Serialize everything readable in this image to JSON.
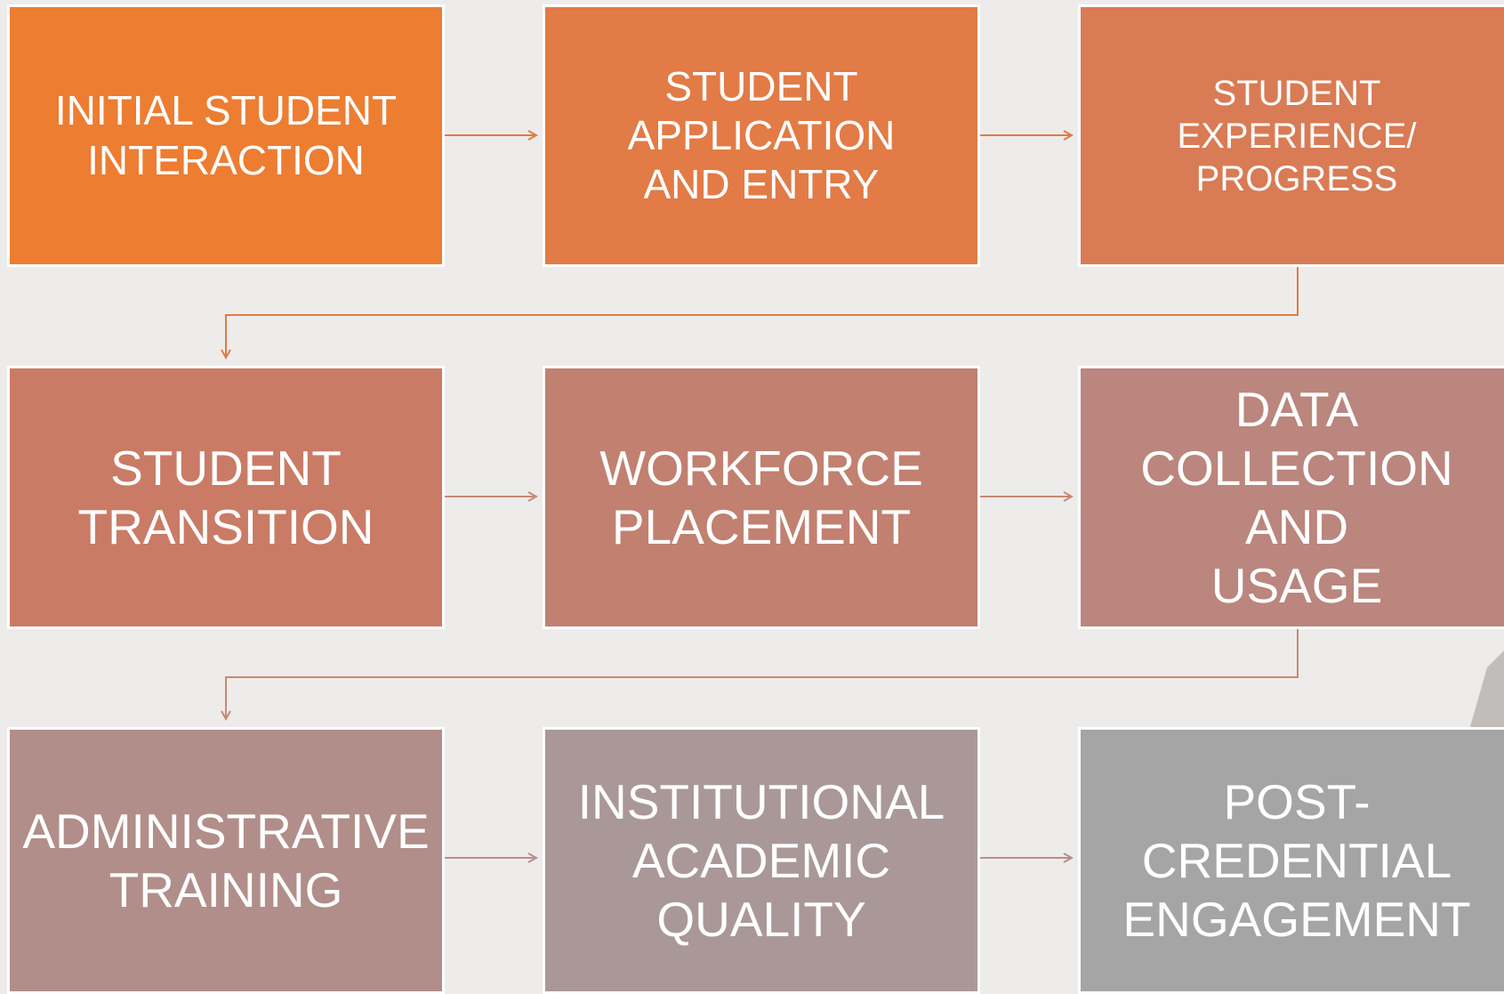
{
  "diagram": {
    "steps": [
      {
        "label": "INITIAL STUDENT\nINTERACTION",
        "color": "#ed7d31"
      },
      {
        "label": "STUDENT\nAPPLICATION\nAND ENTRY",
        "color": "#e27b45"
      },
      {
        "label": "STUDENT\nEXPERIENCE/\nPROGRESS",
        "color": "#d97b54"
      },
      {
        "label": "STUDENT\nTRANSITION",
        "color": "#ca7b65"
      },
      {
        "label": "WORKFORCE\nPLACEMENT",
        "color": "#c18070"
      },
      {
        "label": "DATA\nCOLLECTION AND\nUSAGE",
        "color": "#ba867e"
      },
      {
        "label": "ADMINISTRATIVE\nTRAINING",
        "color": "#b18e89"
      },
      {
        "label": "INSTITUTIONAL\nACADEMIC\nQUALITY",
        "color": "#aa9898"
      },
      {
        "label": "POST-\nCREDENTIAL\nENGAGEMENT",
        "color": "#a5a5a5"
      }
    ],
    "connector_colors": [
      "#e07b45",
      "#c88875",
      "#b88e8b"
    ]
  }
}
